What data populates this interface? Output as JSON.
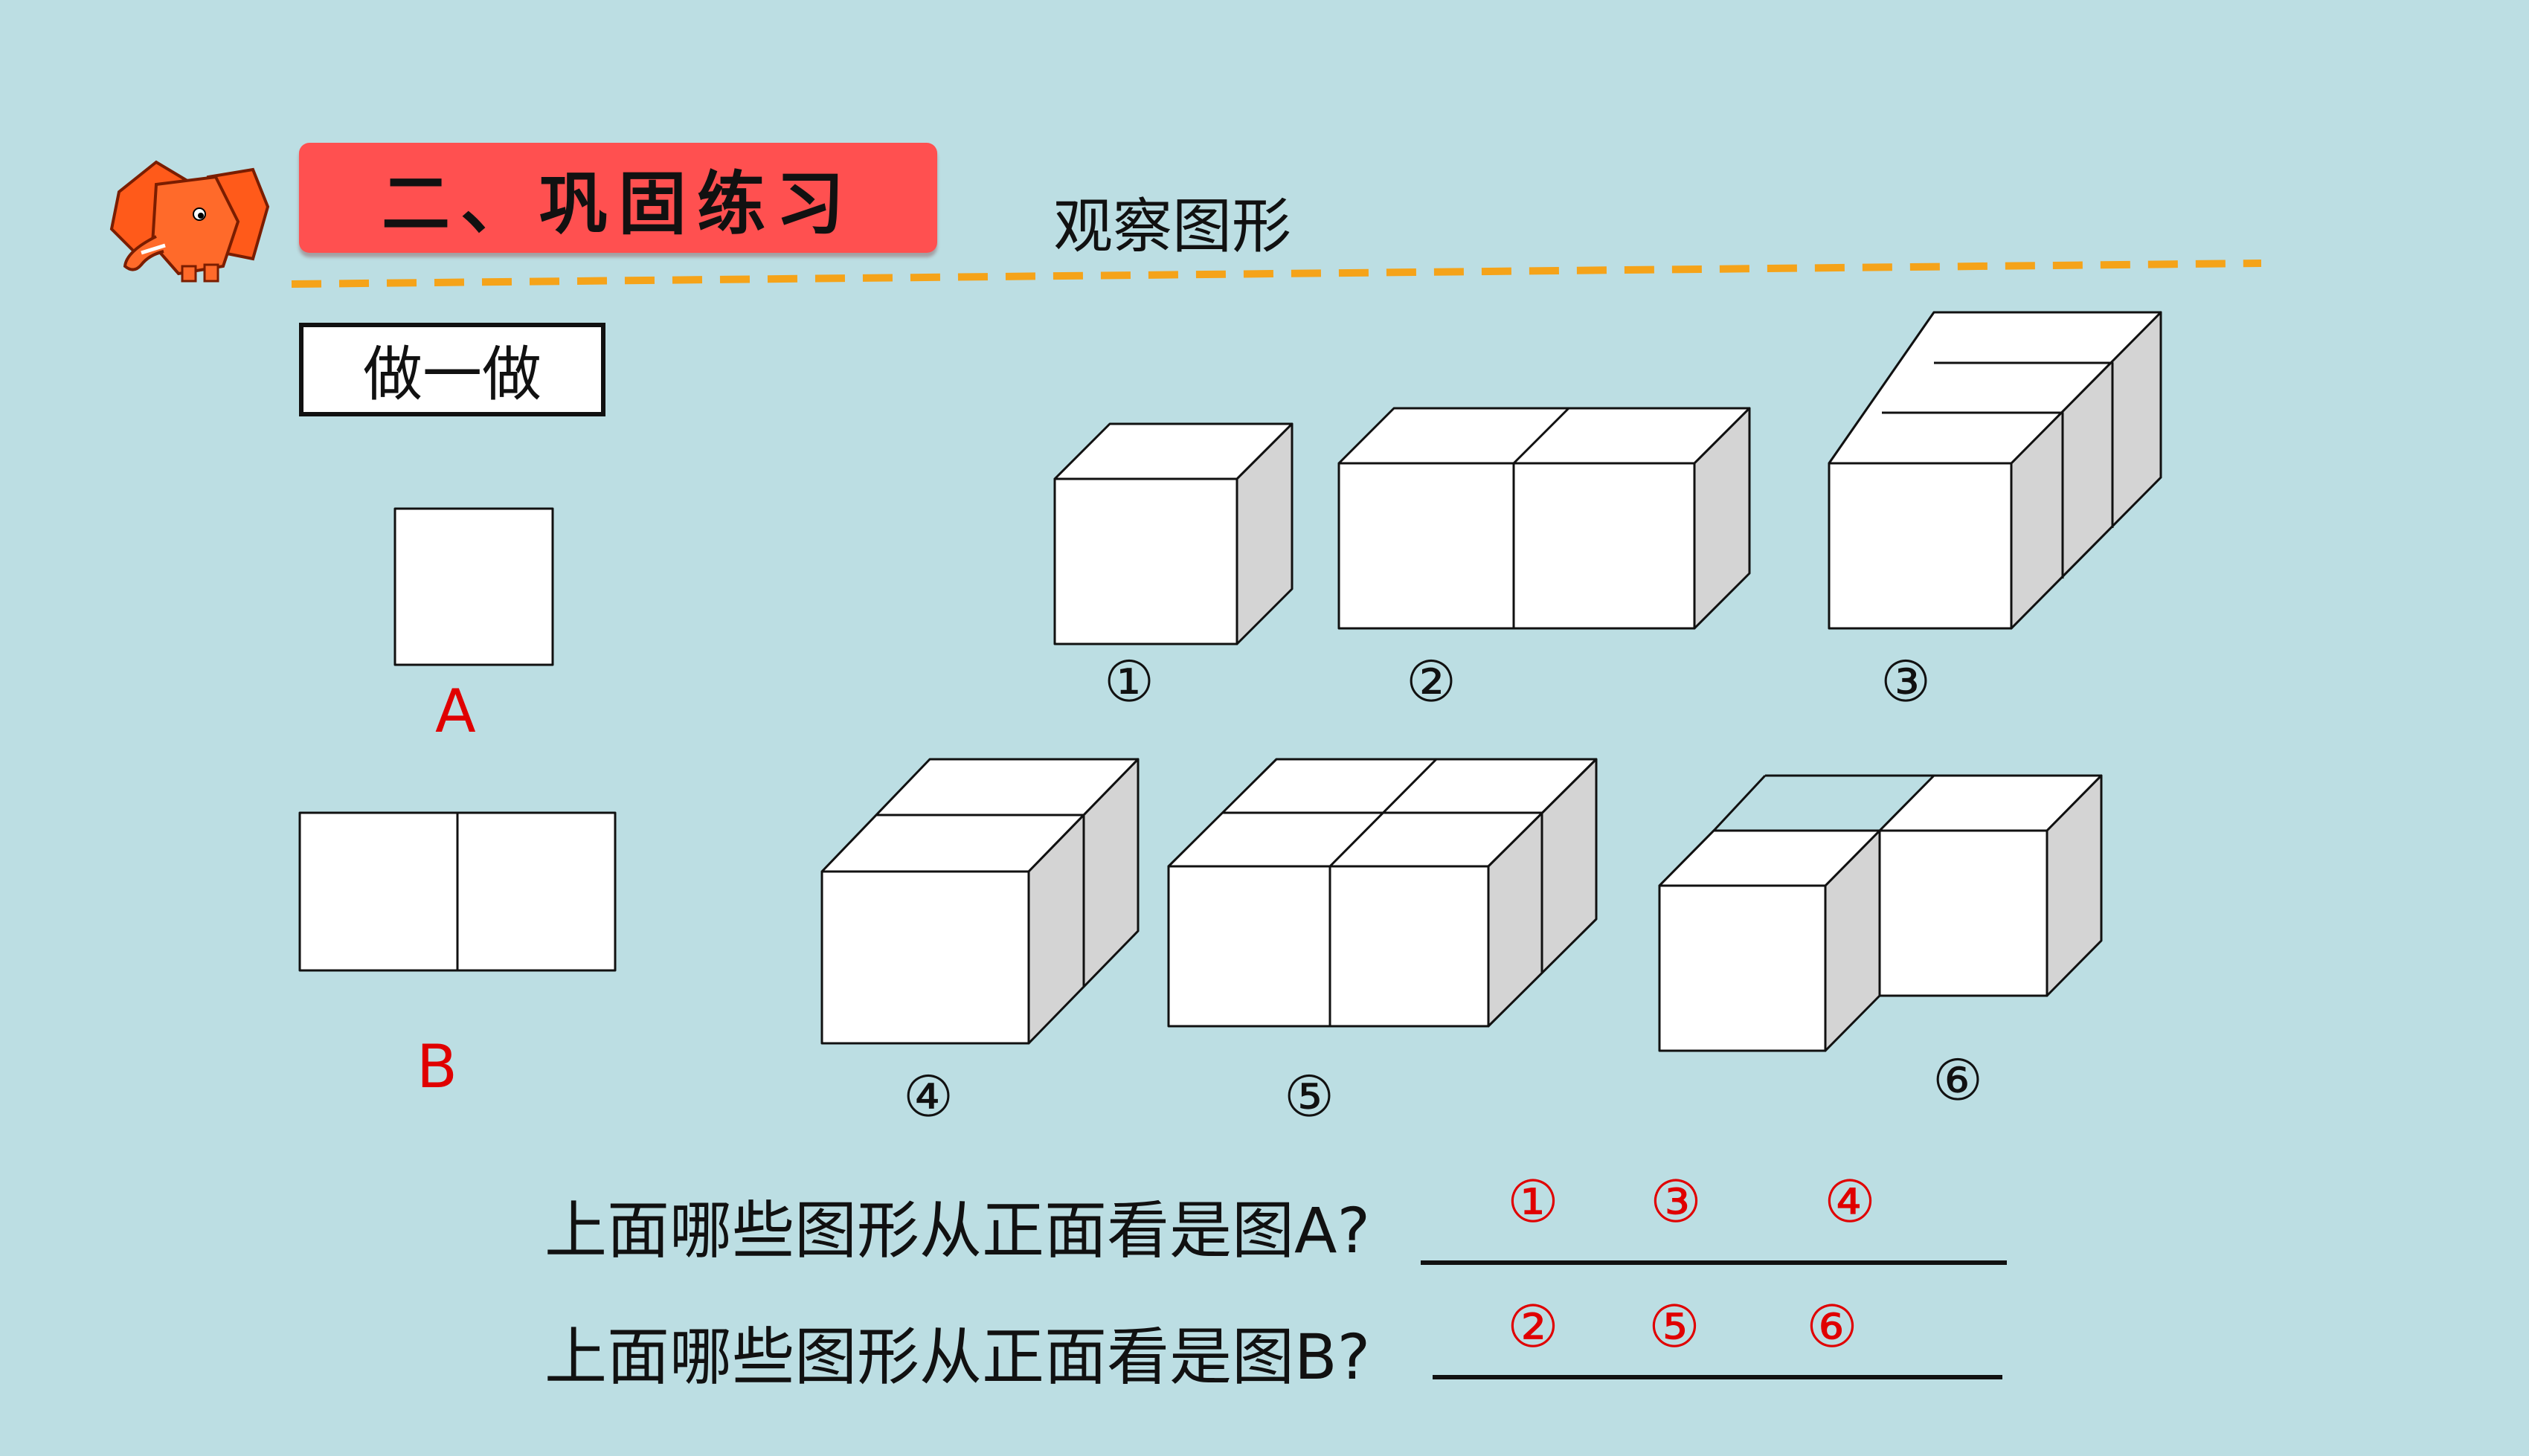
{
  "header": {
    "title": "二、巩固练习",
    "subtitle": "观察图形"
  },
  "section": {
    "label": "做一做"
  },
  "figures": {
    "a_label": "A",
    "b_label": "B"
  },
  "shapes": {
    "labels": [
      "①",
      "②",
      "③",
      "④",
      "⑤",
      "⑥"
    ]
  },
  "questions": [
    {
      "text": "上面哪些图形从正面看是图A?",
      "answers": [
        "①",
        "③",
        "④"
      ]
    },
    {
      "text": "上面哪些图形从正面看是图B?",
      "answers": [
        "②",
        "⑤",
        "⑥"
      ]
    }
  ],
  "colors": {
    "background": "#bcdee3",
    "banner": "#ff5050",
    "dash": "#f5a319",
    "answer": "#e00000"
  },
  "icons": {
    "mascot": "elephant-icon"
  }
}
